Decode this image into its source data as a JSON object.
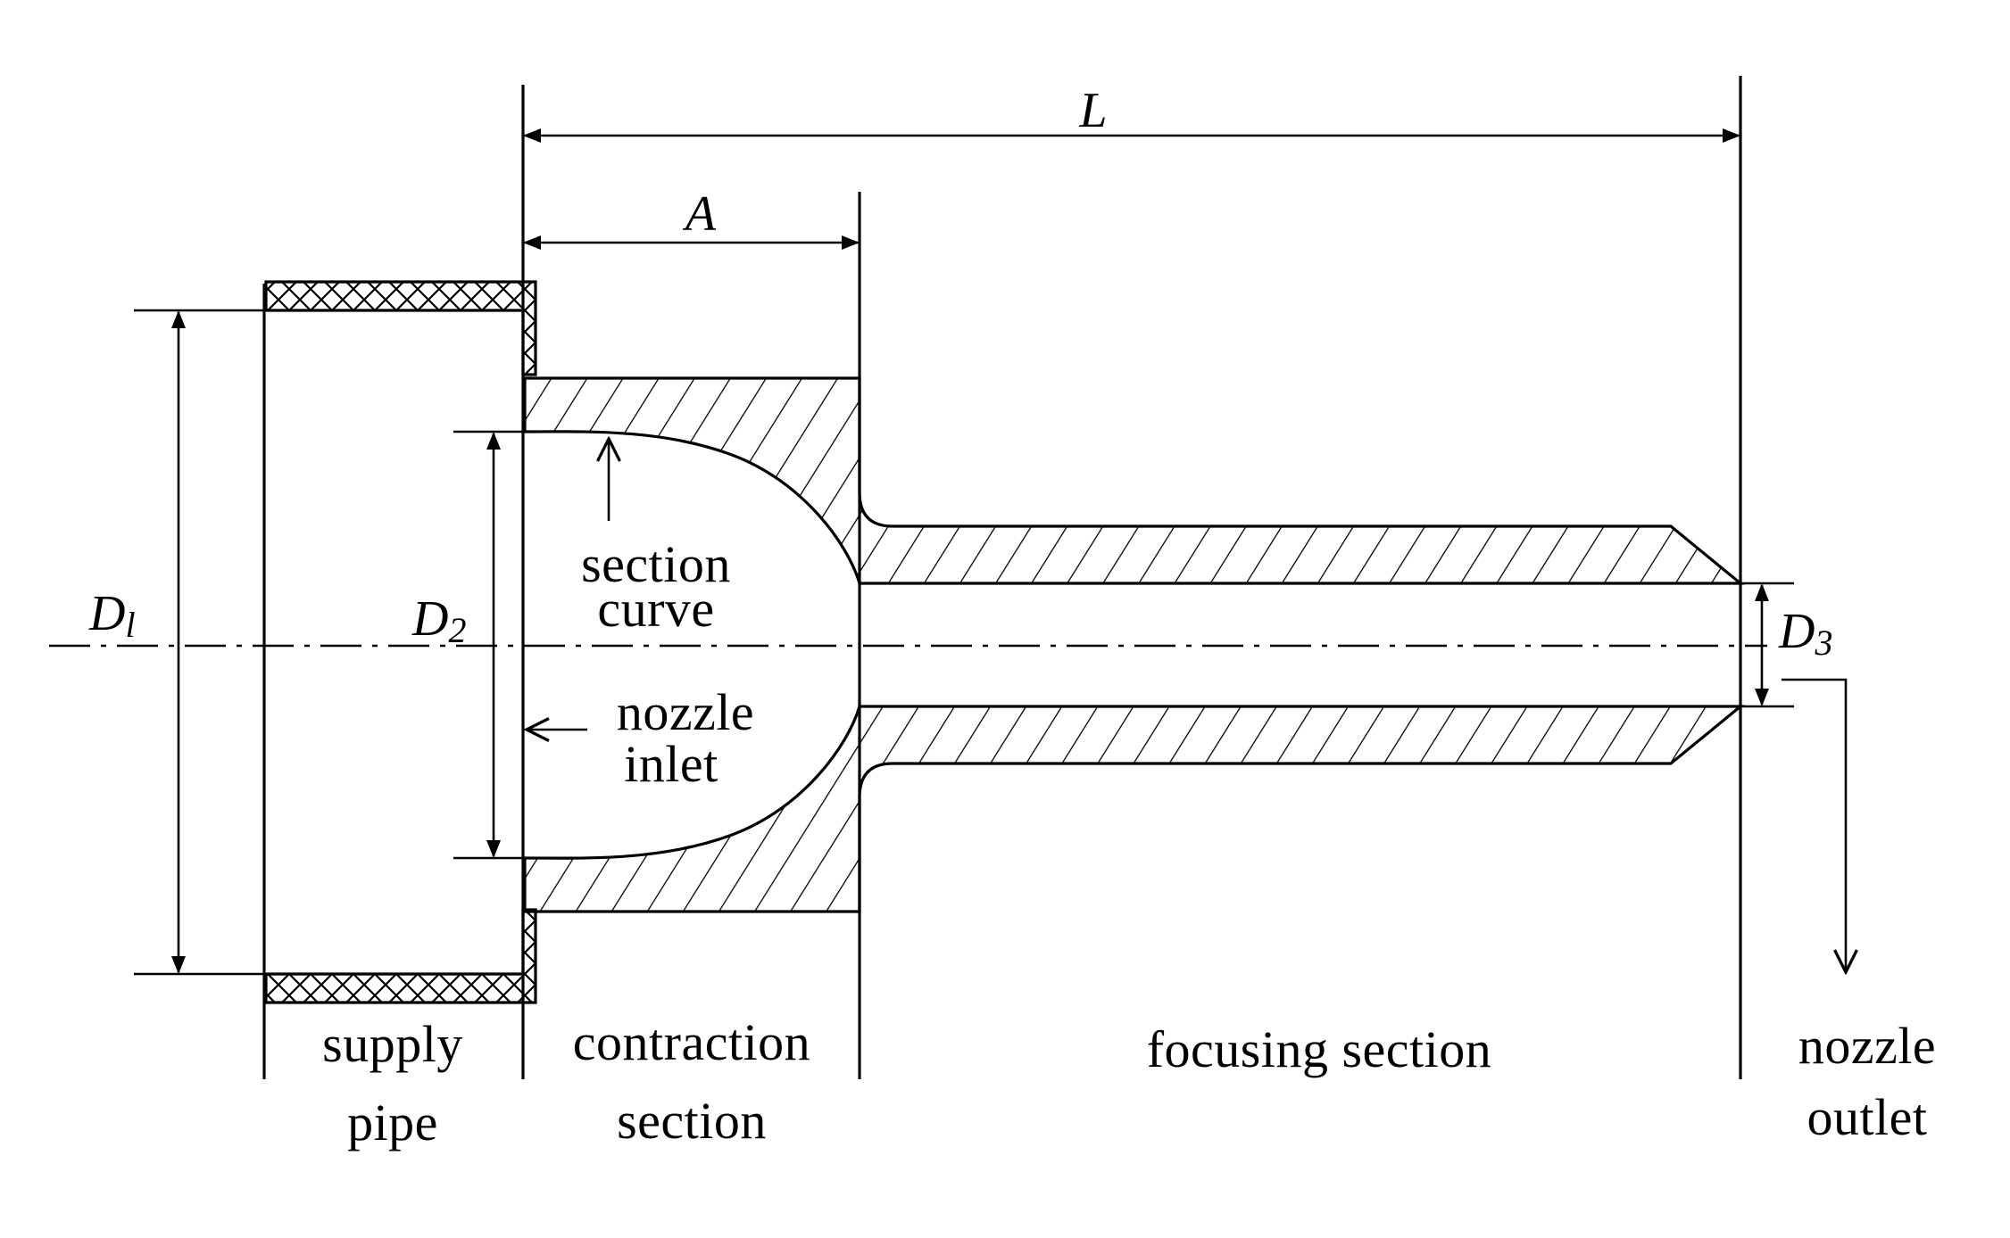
{
  "labels": {
    "supply_pipe_line1": "supply",
    "supply_pipe_line2": "pipe",
    "contraction_line1": "contraction",
    "contraction_line2": "section",
    "focusing_section": "focusing section",
    "nozzle_outlet_line1": "nozzle",
    "nozzle_outlet_line2": "outlet",
    "section_curve_line1": "section",
    "section_curve_line2": "curve",
    "nozzle_inlet_line1": "nozzle",
    "nozzle_inlet_line2": "inlet"
  },
  "dimensions": {
    "L": "L",
    "A": "A",
    "D1_main": "D",
    "D1_sub": "l",
    "D2_main": "D",
    "D2_sub": "2",
    "D3_main": "D",
    "D3_sub": "3"
  }
}
